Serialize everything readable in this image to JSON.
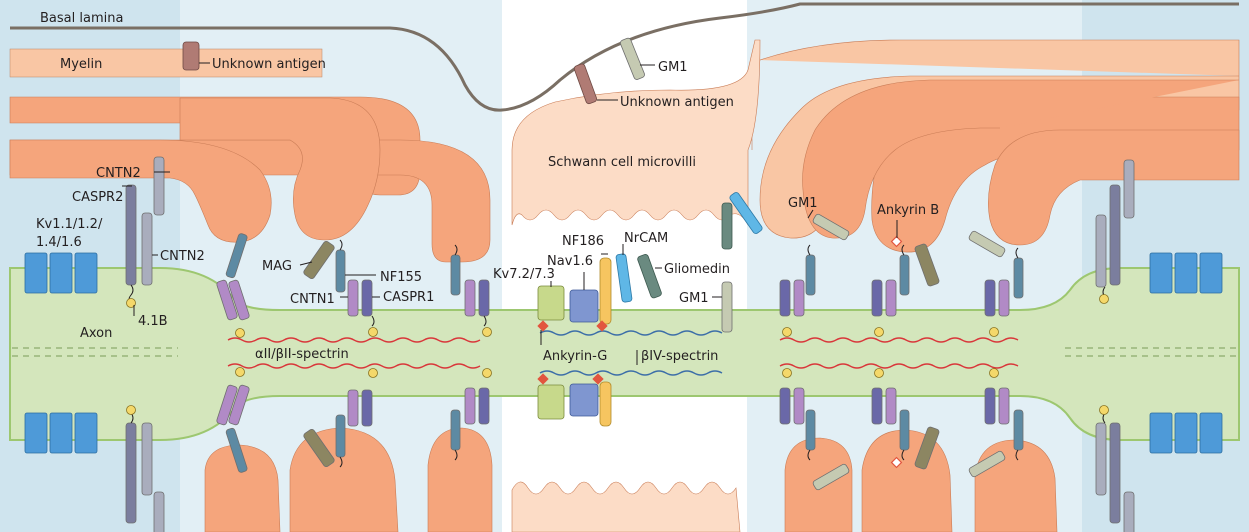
{
  "labels": {
    "basal_lamina": "Basal lamina",
    "myelin": "Myelin",
    "unknown_antigen": "Unknown antigen",
    "gm1": "GM1",
    "schwann_microvilli": "Schwann cell microvilli",
    "cntn2": "CNTN2",
    "caspr2": "CASPR2",
    "kv1": "Kv1.1/1.2/",
    "kv1_b": "1.4/1.6",
    "axon": "Axon",
    "band_41b": "4.1B",
    "mag": "MAG",
    "nf155": "NF155",
    "cntn1": "CNTN1",
    "caspr1": "CASPR1",
    "spectrin_aii": "αII/βII-spectrin",
    "kv7": "Kv7.2/7.3",
    "nav16": "Nav1.6",
    "nf186": "NF186",
    "nrcam": "NrCAM",
    "gliomedin": "Gliomedin",
    "ankyrin_g": "Ankyrin-G",
    "spectrin_biv": "βIV-spectrin",
    "ankyrin_b": "Ankyrin B"
  },
  "colors": {
    "juxtaparanode_zone": "#cfe4ee",
    "paranode_zone": "#e2eff5",
    "axon": "#d4e6bc",
    "axon_edge": "#9dc770",
    "myelin_sheath": "#f9c6a4",
    "myelin_loop": "#f5a57c",
    "basal_lamina": "#7a6f64",
    "kv1_channel": "#4e9ad8",
    "caspr2": "#7b7e9e",
    "cntn2": "#a9adbd",
    "caspr1": "#b18ac6",
    "cntn1": "#6a68a8",
    "nf155": "#5d8aa3",
    "mag": "#8c8662",
    "kv7": "#c7d98b",
    "nav16": "#7f96d0",
    "nf186": "#f6c560",
    "nrcam": "#5fb7e6",
    "gliomedin": "#6a8a80",
    "gm1": "#c5cab2",
    "unknown_antigen": "#b07b74",
    "ankyrin": "#e2553e",
    "spectrin_aii": "#d9363a",
    "spectrin_biv": "#3c6ea8",
    "band_41b": "#f4d86a"
  }
}
